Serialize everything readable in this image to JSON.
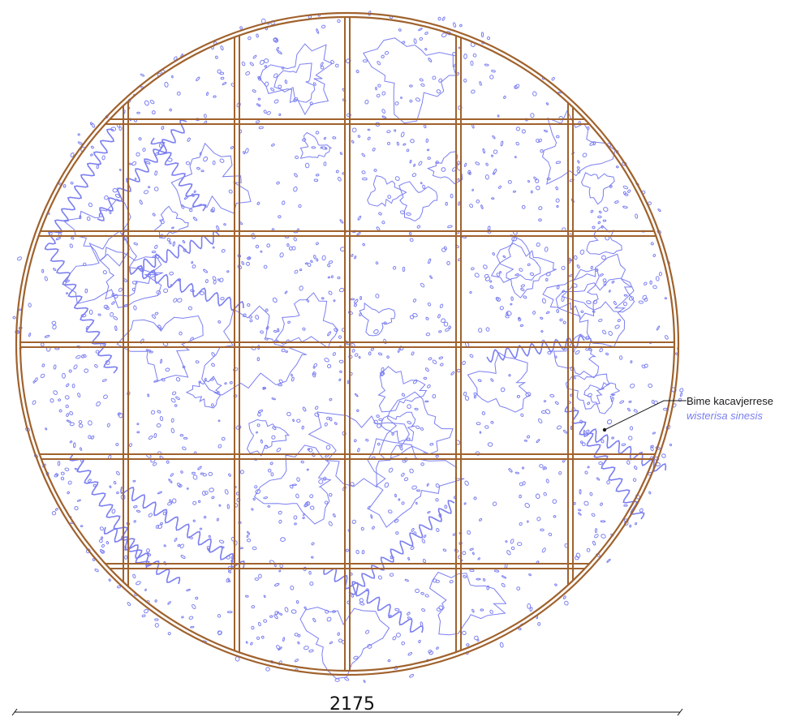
{
  "plant_label": {
    "common_name": "Bime kacavjerrese",
    "latin_name": "wisterisa sinesis"
  },
  "dimension": {
    "width_value": "2175"
  },
  "colors": {
    "frame": "#a0622d",
    "plant": "#7b7ff0",
    "leader": "#1a1a1a"
  }
}
